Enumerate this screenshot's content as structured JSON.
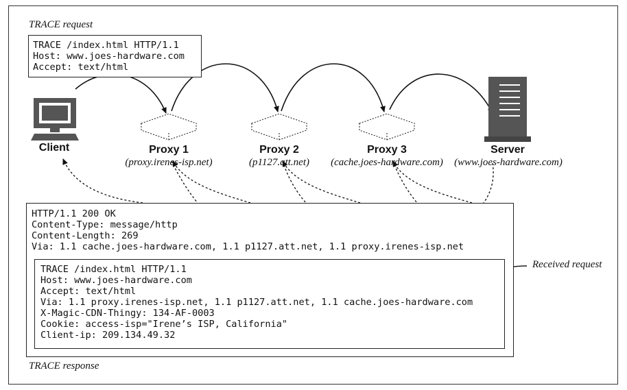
{
  "captions": {
    "request": "TRACE request",
    "response": "TRACE response",
    "received": "Received request"
  },
  "request_lines": [
    "TRACE /index.html HTTP/1.1",
    "Host: www.joes-hardware.com",
    "Accept: text/html"
  ],
  "nodes": {
    "client": {
      "label": "Client"
    },
    "proxy1": {
      "label": "Proxy 1",
      "sub": "(proxy.irenes-isp.net)"
    },
    "proxy2": {
      "label": "Proxy 2",
      "sub": "(p1127.att.net)"
    },
    "proxy3": {
      "label": "Proxy 3",
      "sub": "(cache.joes-hardware.com)"
    },
    "server": {
      "label": "Server",
      "sub": "(www.joes-hardware.com)"
    }
  },
  "response_lines": [
    "HTTP/1.1 200 OK",
    "Content-Type: message/http",
    "Content-Length: 269",
    "Via: 1.1 cache.joes-hardware.com, 1.1 p1127.att.net, 1.1 proxy.irenes-isp.net"
  ],
  "received_lines": [
    "TRACE /index.html HTTP/1.1",
    "Host: www.joes-hardware.com",
    "Accept: text/html",
    "Via: 1.1 proxy.irenes-isp.net, 1.1 p1127.att.net, 1.1 cache.joes-hardware.com",
    "X-Magic-CDN-Thingy: 134-AF-0003",
    "Cookie: access-isp=\"Irene’s ISP, California\"",
    "Client-ip: 209.134.49.32"
  ]
}
